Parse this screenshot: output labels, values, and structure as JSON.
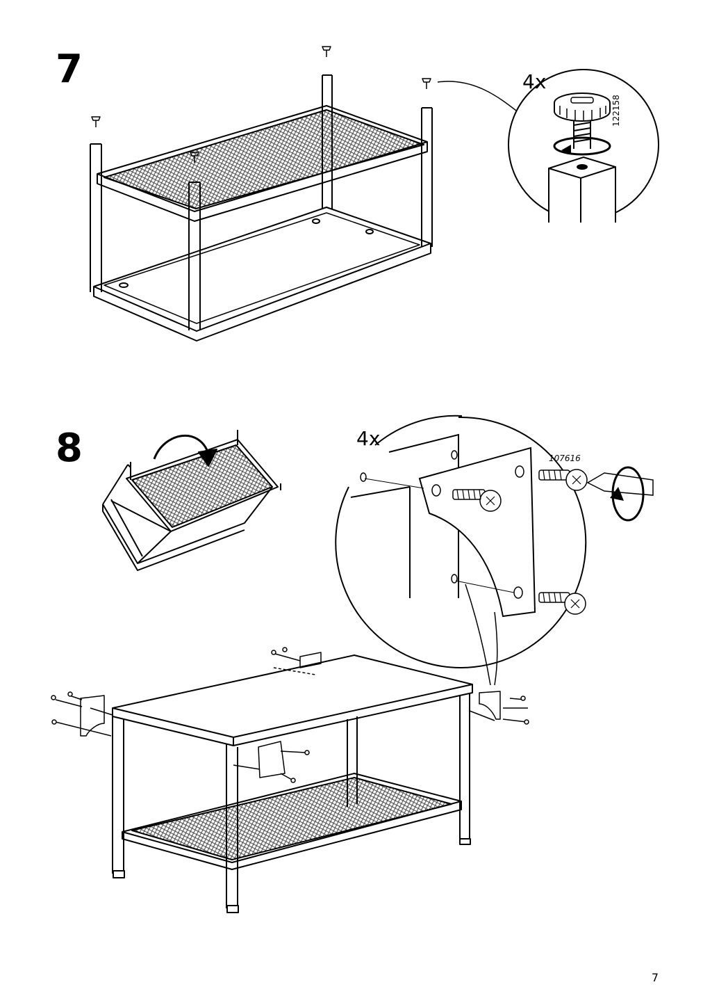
{
  "page": {
    "number": "7"
  },
  "step7": {
    "number": "7",
    "detail": {
      "quantity": "4x",
      "part_number": "122158",
      "part": "adjustable-foot"
    }
  },
  "step8": {
    "number": "8",
    "detail": {
      "quantity": "4x",
      "part_number": "107616",
      "part": "bracket-bolt"
    }
  },
  "colors": {
    "line": "#000000",
    "background": "#ffffff",
    "mesh": "#555555"
  }
}
